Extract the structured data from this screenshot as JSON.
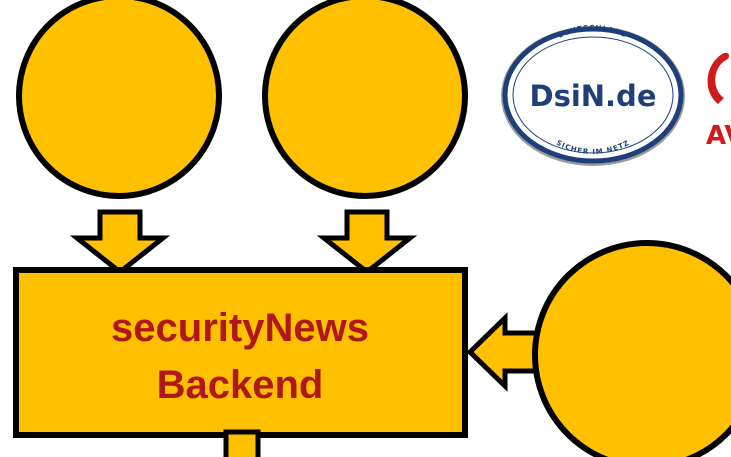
{
  "diagram": {
    "box": {
      "line1": "securityNews",
      "line2": "Backend"
    },
    "colors": {
      "fill": "#ffc000",
      "stroke": "#000000",
      "label": "#b01818"
    }
  },
  "logos": {
    "dsin": {
      "top_text": "DEUTSCHLAND",
      "main_text": "DsiN.de",
      "bottom_text": "SICHER IM NETZ"
    },
    "partial_logo": {
      "visible_text": "AV",
      "color": "#d11a1a"
    }
  }
}
